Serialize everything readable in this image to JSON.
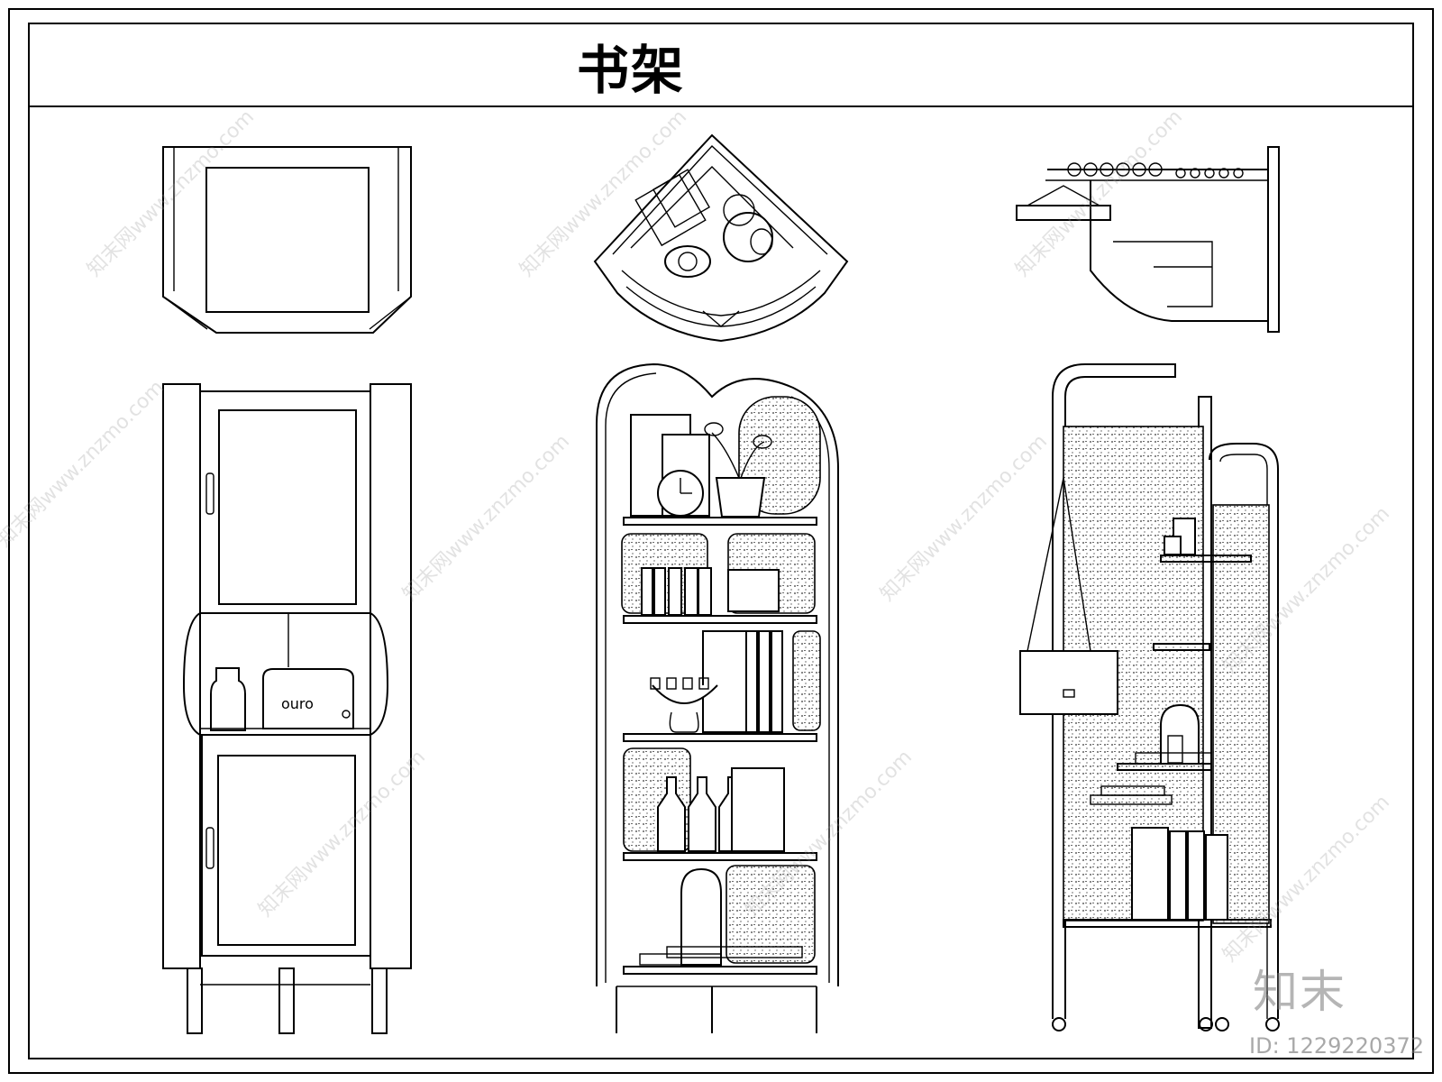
{
  "drawing": {
    "title": "书架",
    "watermark": {
      "site": "知末网www.znzmo.com",
      "logo": "知末",
      "id": "ID: 1229220372"
    }
  },
  "colors": {
    "line": "#000000",
    "background": "#ffffff",
    "watermark": "#999999"
  }
}
